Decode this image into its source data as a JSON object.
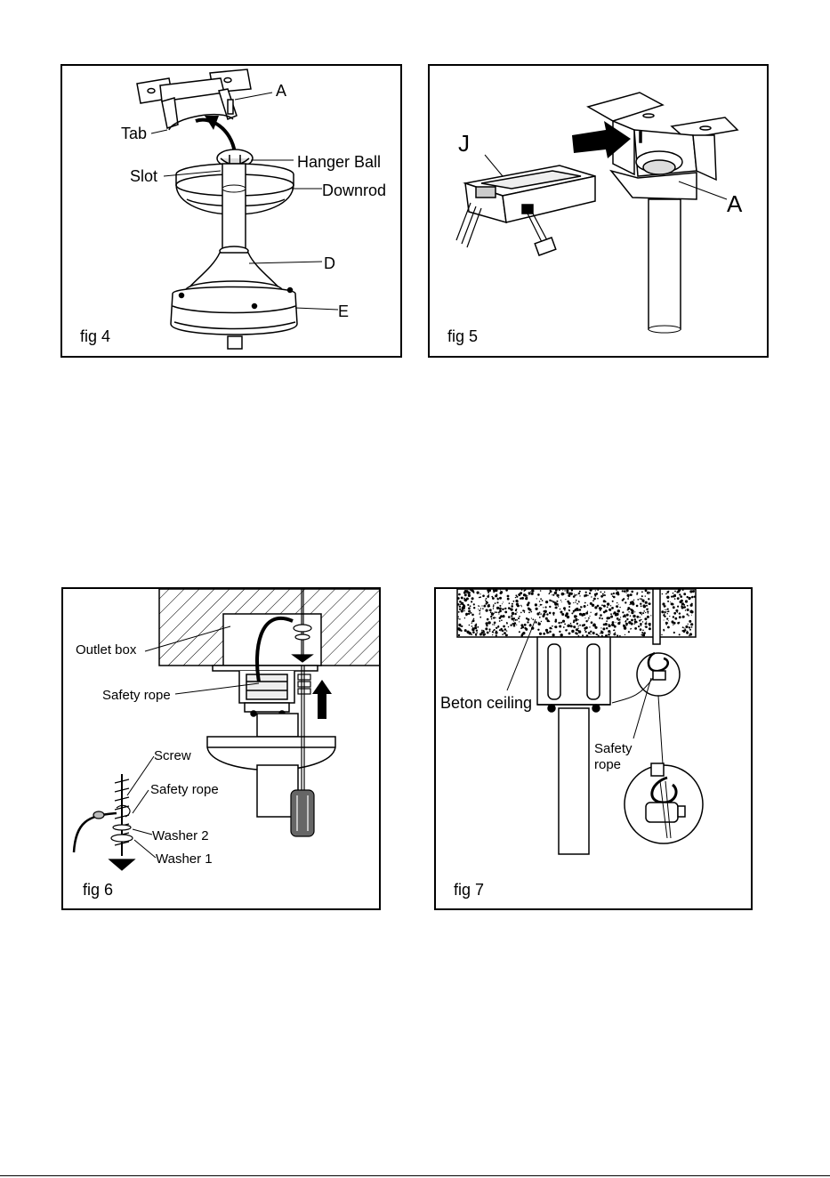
{
  "figures": [
    {
      "caption": "fig 4",
      "labels": {
        "a": "A",
        "tab": "Tab",
        "hanger_ball": "Hanger Ball",
        "slot": "Slot",
        "downrod": "Downrod",
        "d": "D",
        "e": "E"
      }
    },
    {
      "caption": "fig 5",
      "labels": {
        "j": "J",
        "a": "A"
      }
    },
    {
      "caption": "fig 6",
      "labels": {
        "outlet_box": "Outlet box",
        "safety_rope": "Safety rope",
        "screw": "Screw",
        "safety_rope_2": "Safety rope",
        "washer_2": "Washer 2",
        "washer_1": "Washer 1"
      }
    },
    {
      "caption": "fig 7",
      "labels": {
        "beton_ceiling": "Beton ceiling",
        "safety_line1": "Safety",
        "safety_line2": "rope"
      }
    }
  ]
}
